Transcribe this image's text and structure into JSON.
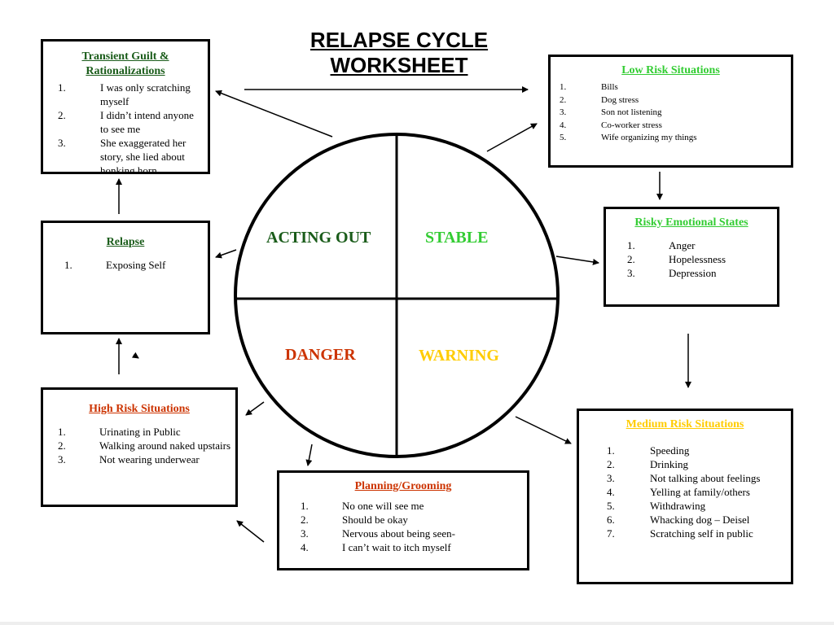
{
  "title_line1": "RELAPSE CYCLE",
  "title_line2": "WORKSHEET",
  "colors": {
    "acting_out": "#1a5c1a",
    "stable": "#33cc33",
    "danger": "#cc3300",
    "warning": "#ffcc00",
    "green_title": "#1a5c1a",
    "bright_green_title": "#33cc33",
    "orange_title": "#cc3300",
    "yellow_title": "#ffcc00"
  },
  "circle": {
    "acting_out": "ACTING OUT",
    "stable": "STABLE",
    "danger": "DANGER",
    "warning": "WARNING"
  },
  "boxes": {
    "transient_guilt": {
      "title": "Transient Guilt & Rationalizations",
      "items": [
        {
          "num": "1.",
          "text": "I was only scratching myself"
        },
        {
          "num": "2.",
          "text": "I didn’t intend anyone to see me"
        },
        {
          "num": "3.",
          "text": " She exaggerated her story, she lied about honking horn"
        }
      ]
    },
    "low_risk": {
      "title": "Low Risk Situations",
      "items": [
        {
          "num": "1.",
          "text": "Bills"
        },
        {
          "num": "2.",
          "text": "Dog stress"
        },
        {
          "num": "3.",
          "text": "Son not listening"
        },
        {
          "num": "4.",
          "text": "Co-worker stress"
        },
        {
          "num": "5.",
          "text": "Wife organizing my things"
        }
      ]
    },
    "risky_emotional": {
      "title": "Risky Emotional States",
      "items": [
        {
          "num": "1.",
          "text": "Anger"
        },
        {
          "num": "2.",
          "text": "Hopelessness"
        },
        {
          "num": "3.",
          "text": "Depression"
        }
      ]
    },
    "relapse": {
      "title": "Relapse",
      "items": [
        {
          "num": "1.",
          "text": "Exposing Self"
        }
      ]
    },
    "high_risk": {
      "title": "High Risk Situations",
      "items": [
        {
          "num": "1.",
          "text": "Urinating in Public"
        },
        {
          "num": "2.",
          "text": "Walking around naked upstairs"
        },
        {
          "num": "3.",
          "text": "Not wearing underwear"
        }
      ]
    },
    "planning": {
      "title": "Planning/Grooming",
      "items": [
        {
          "num": "1.",
          "text": "No one will see me"
        },
        {
          "num": "2.",
          "text": "Should be okay"
        },
        {
          "num": "3.",
          "text": "Nervous about being seen-"
        },
        {
          "num": "4.",
          "text": "I can’t wait to itch myself"
        }
      ]
    },
    "medium_risk": {
      "title": "Medium Risk Situations",
      "items": [
        {
          "num": "1.",
          "text": "Speeding"
        },
        {
          "num": "2.",
          "text": "Drinking"
        },
        {
          "num": "3.",
          "text": "Not talking about feelings"
        },
        {
          "num": "4.",
          "text": "Yelling at family/others"
        },
        {
          "num": "5.",
          "text": "Withdrawing"
        },
        {
          "num": "6.",
          "text": "Whacking dog – Deisel"
        },
        {
          "num": "7.",
          "text": "Scratching self in public"
        }
      ]
    }
  }
}
